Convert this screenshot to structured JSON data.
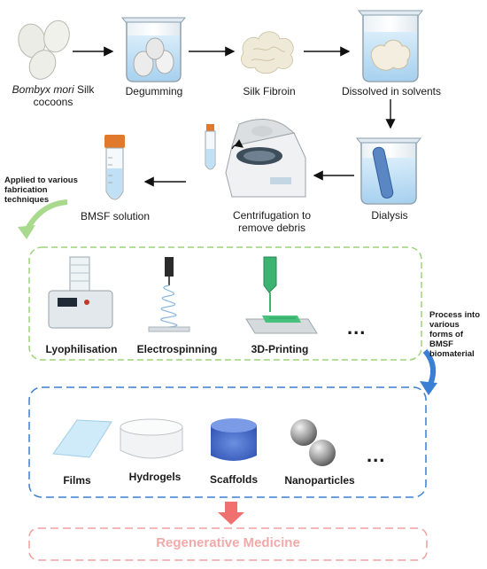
{
  "steps": {
    "cocoons": {
      "italic": "Bombyx mori",
      "rest": " Silk",
      "line2": "cocoons"
    },
    "degumming": "Degumming",
    "silk_fibroin": "Silk Fibroin",
    "dissolved": "Dissolved in solvents",
    "dialysis": "Dialysis",
    "centrifugation": "Centrifugation to remove debris",
    "bmsf_solution": "BMSF solution"
  },
  "notes": {
    "applied": "Applied to various fabrication techniques",
    "process": "Process into various forms of BMSF biomaterial"
  },
  "techniques": {
    "items": [
      "Lyophilisation",
      "Electrospinning",
      "3D-Printing"
    ],
    "more": "..."
  },
  "forms": {
    "items": [
      "Films",
      "Hydrogels",
      "Scaffolds",
      "Nanoparticles"
    ],
    "more": "..."
  },
  "outcome": "Regenerative Medicine",
  "colors": {
    "green_dash": "#9ed47a",
    "blue_dash": "#3b7fd4",
    "pink_dash": "#f0a0a0",
    "outcome_text": "#f4a9a9",
    "down_arrow": "#f07070",
    "liquid": "#bfe0f5",
    "cap": "#e0792b"
  }
}
